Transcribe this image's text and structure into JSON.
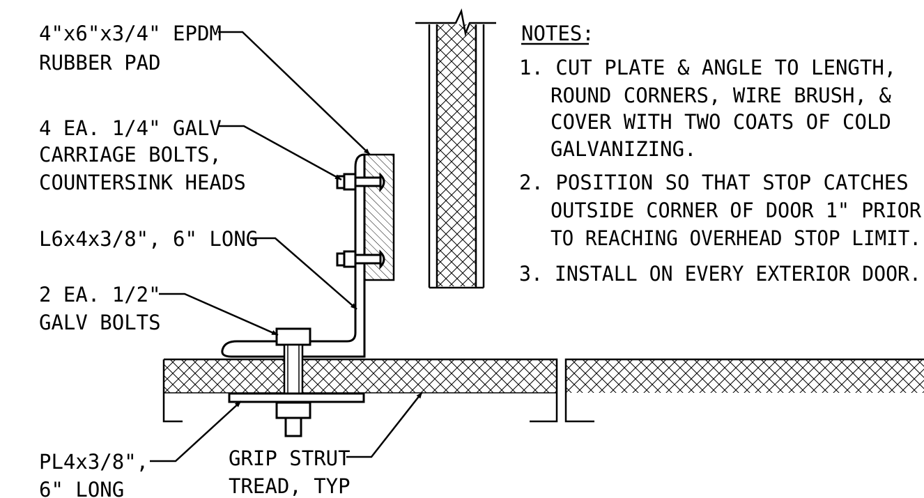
{
  "labels": {
    "epdm_pad": [
      "4\"x6\"x3/4\" EPDM",
      "RUBBER PAD"
    ],
    "carriage_bolts": [
      "4 EA. 1/4\" GALV",
      "CARRIAGE BOLTS,",
      "COUNTERSINK HEADS"
    ],
    "angle": [
      "L6x4x3/8\", 6\" LONG"
    ],
    "galv_bolts": [
      "2 EA. 1/2\"",
      "GALV BOLTS"
    ],
    "plate": [
      "PL4x3/8\",",
      "6\" LONG"
    ],
    "grip_strut": [
      "GRIP STRUT",
      "TREAD, TYP"
    ]
  },
  "notes": {
    "heading": "NOTES:",
    "items": [
      [
        "1. CUT PLATE & ANGLE TO LENGTH,",
        "ROUND CORNERS, WIRE BRUSH, &",
        "COVER WITH TWO COATS OF COLD",
        "GALVANIZING."
      ],
      [
        "2. POSITION SO THAT STOP CATCHES",
        "OUTSIDE CORNER OF DOOR 1\" PRIOR",
        "TO REACHING OVERHEAD STOP LIMIT."
      ],
      [
        "3. INSTALL ON EVERY EXTERIOR DOOR."
      ]
    ]
  }
}
